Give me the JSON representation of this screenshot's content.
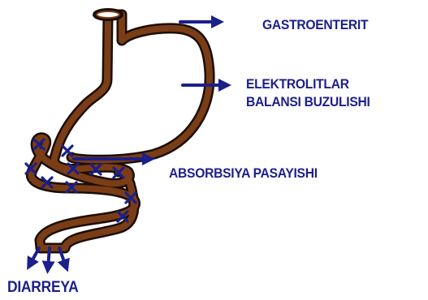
{
  "labels": {
    "gastroenterit": "GASTROENTERIT",
    "elektrolit_line1": "ELEKTROLITLAR",
    "elektrolit_line2": "BALANSI BUZULISHI",
    "absorbsiya": "ABSORBSIYA PASAYISHI",
    "diarreya": "DIARREYA"
  },
  "colors": {
    "organ_outline": "#1a0e06",
    "organ_fill": "#7a3d16",
    "arrow": "#1b1f8a",
    "cross": "#1b1f8a",
    "text": "#1b1f8a"
  },
  "icons": {
    "organ": "stomach-and-intestine-drawing",
    "arrows": "right-arrow",
    "marks": "x-cross"
  }
}
